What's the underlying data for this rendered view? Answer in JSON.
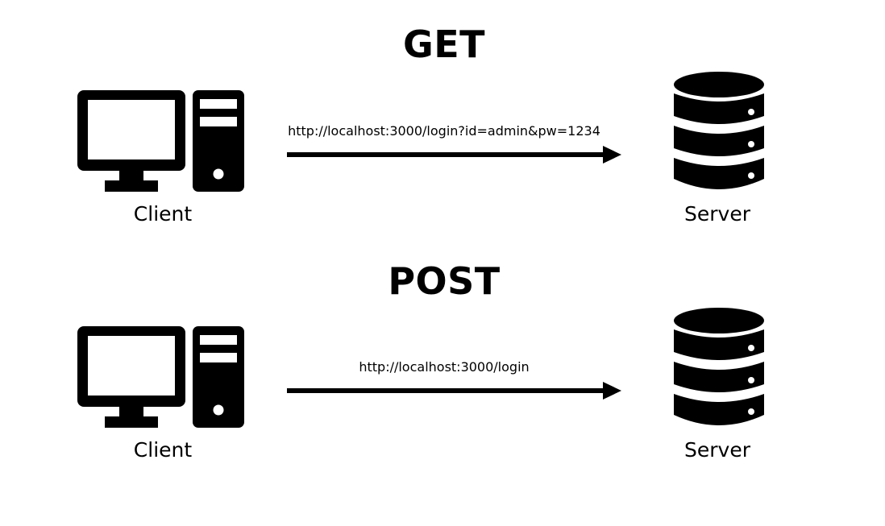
{
  "sections": [
    {
      "method": "GET",
      "client_label": "Client",
      "server_label": "Server",
      "url": "http://localhost:3000/login?id=admin&pw=1234"
    },
    {
      "method": "POST",
      "client_label": "Client",
      "server_label": "Server",
      "url": "http://localhost:3000/login"
    }
  ],
  "icons": {
    "client": "computer-icon",
    "server": "database-icon"
  }
}
